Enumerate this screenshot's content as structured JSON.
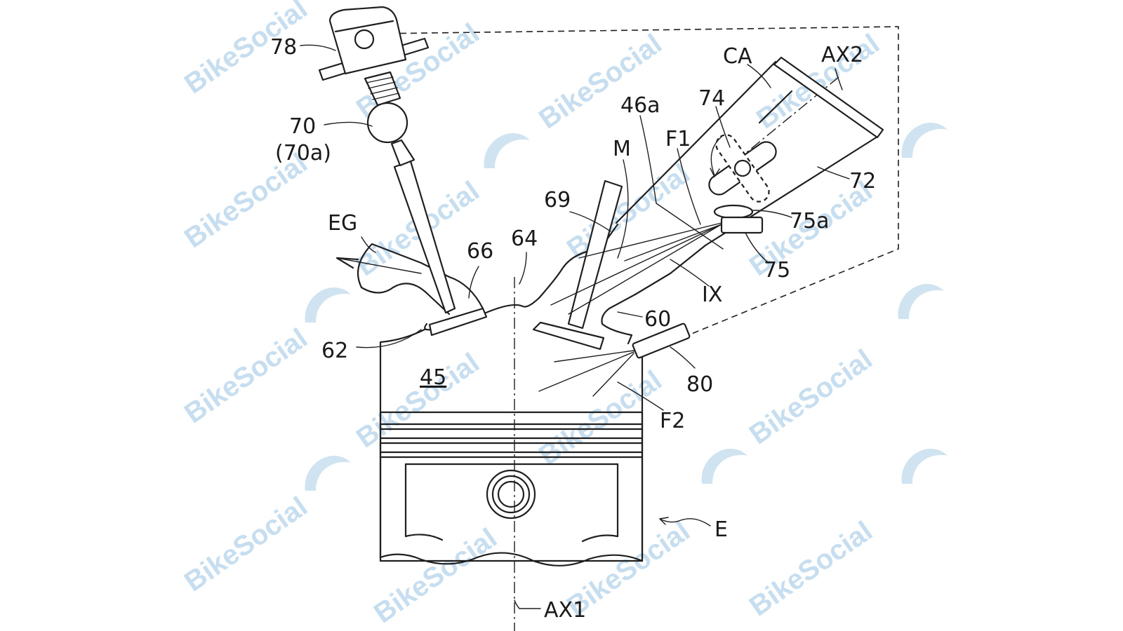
{
  "watermark": {
    "text": "BikeSocial",
    "color": "#c6deef"
  },
  "labels": {
    "l78": "78",
    "l70": "70",
    "l70a": "(70a)",
    "lEG": "EG",
    "l66": "66",
    "l64": "64",
    "l69": "69",
    "lM": "M",
    "l46a": "46a",
    "lF1": "F1",
    "l74": "74",
    "lCA": "CA",
    "lAX2": "AX2",
    "l72": "72",
    "l75a": "75a",
    "l75": "75",
    "lIX": "IX",
    "l60": "60",
    "l62": "62",
    "l45": "45",
    "l80": "80",
    "lF2": "F2",
    "lE": "E",
    "lAX1": "AX1"
  },
  "colors": {
    "line": "#1f1f1f",
    "background": "#ffffff"
  }
}
